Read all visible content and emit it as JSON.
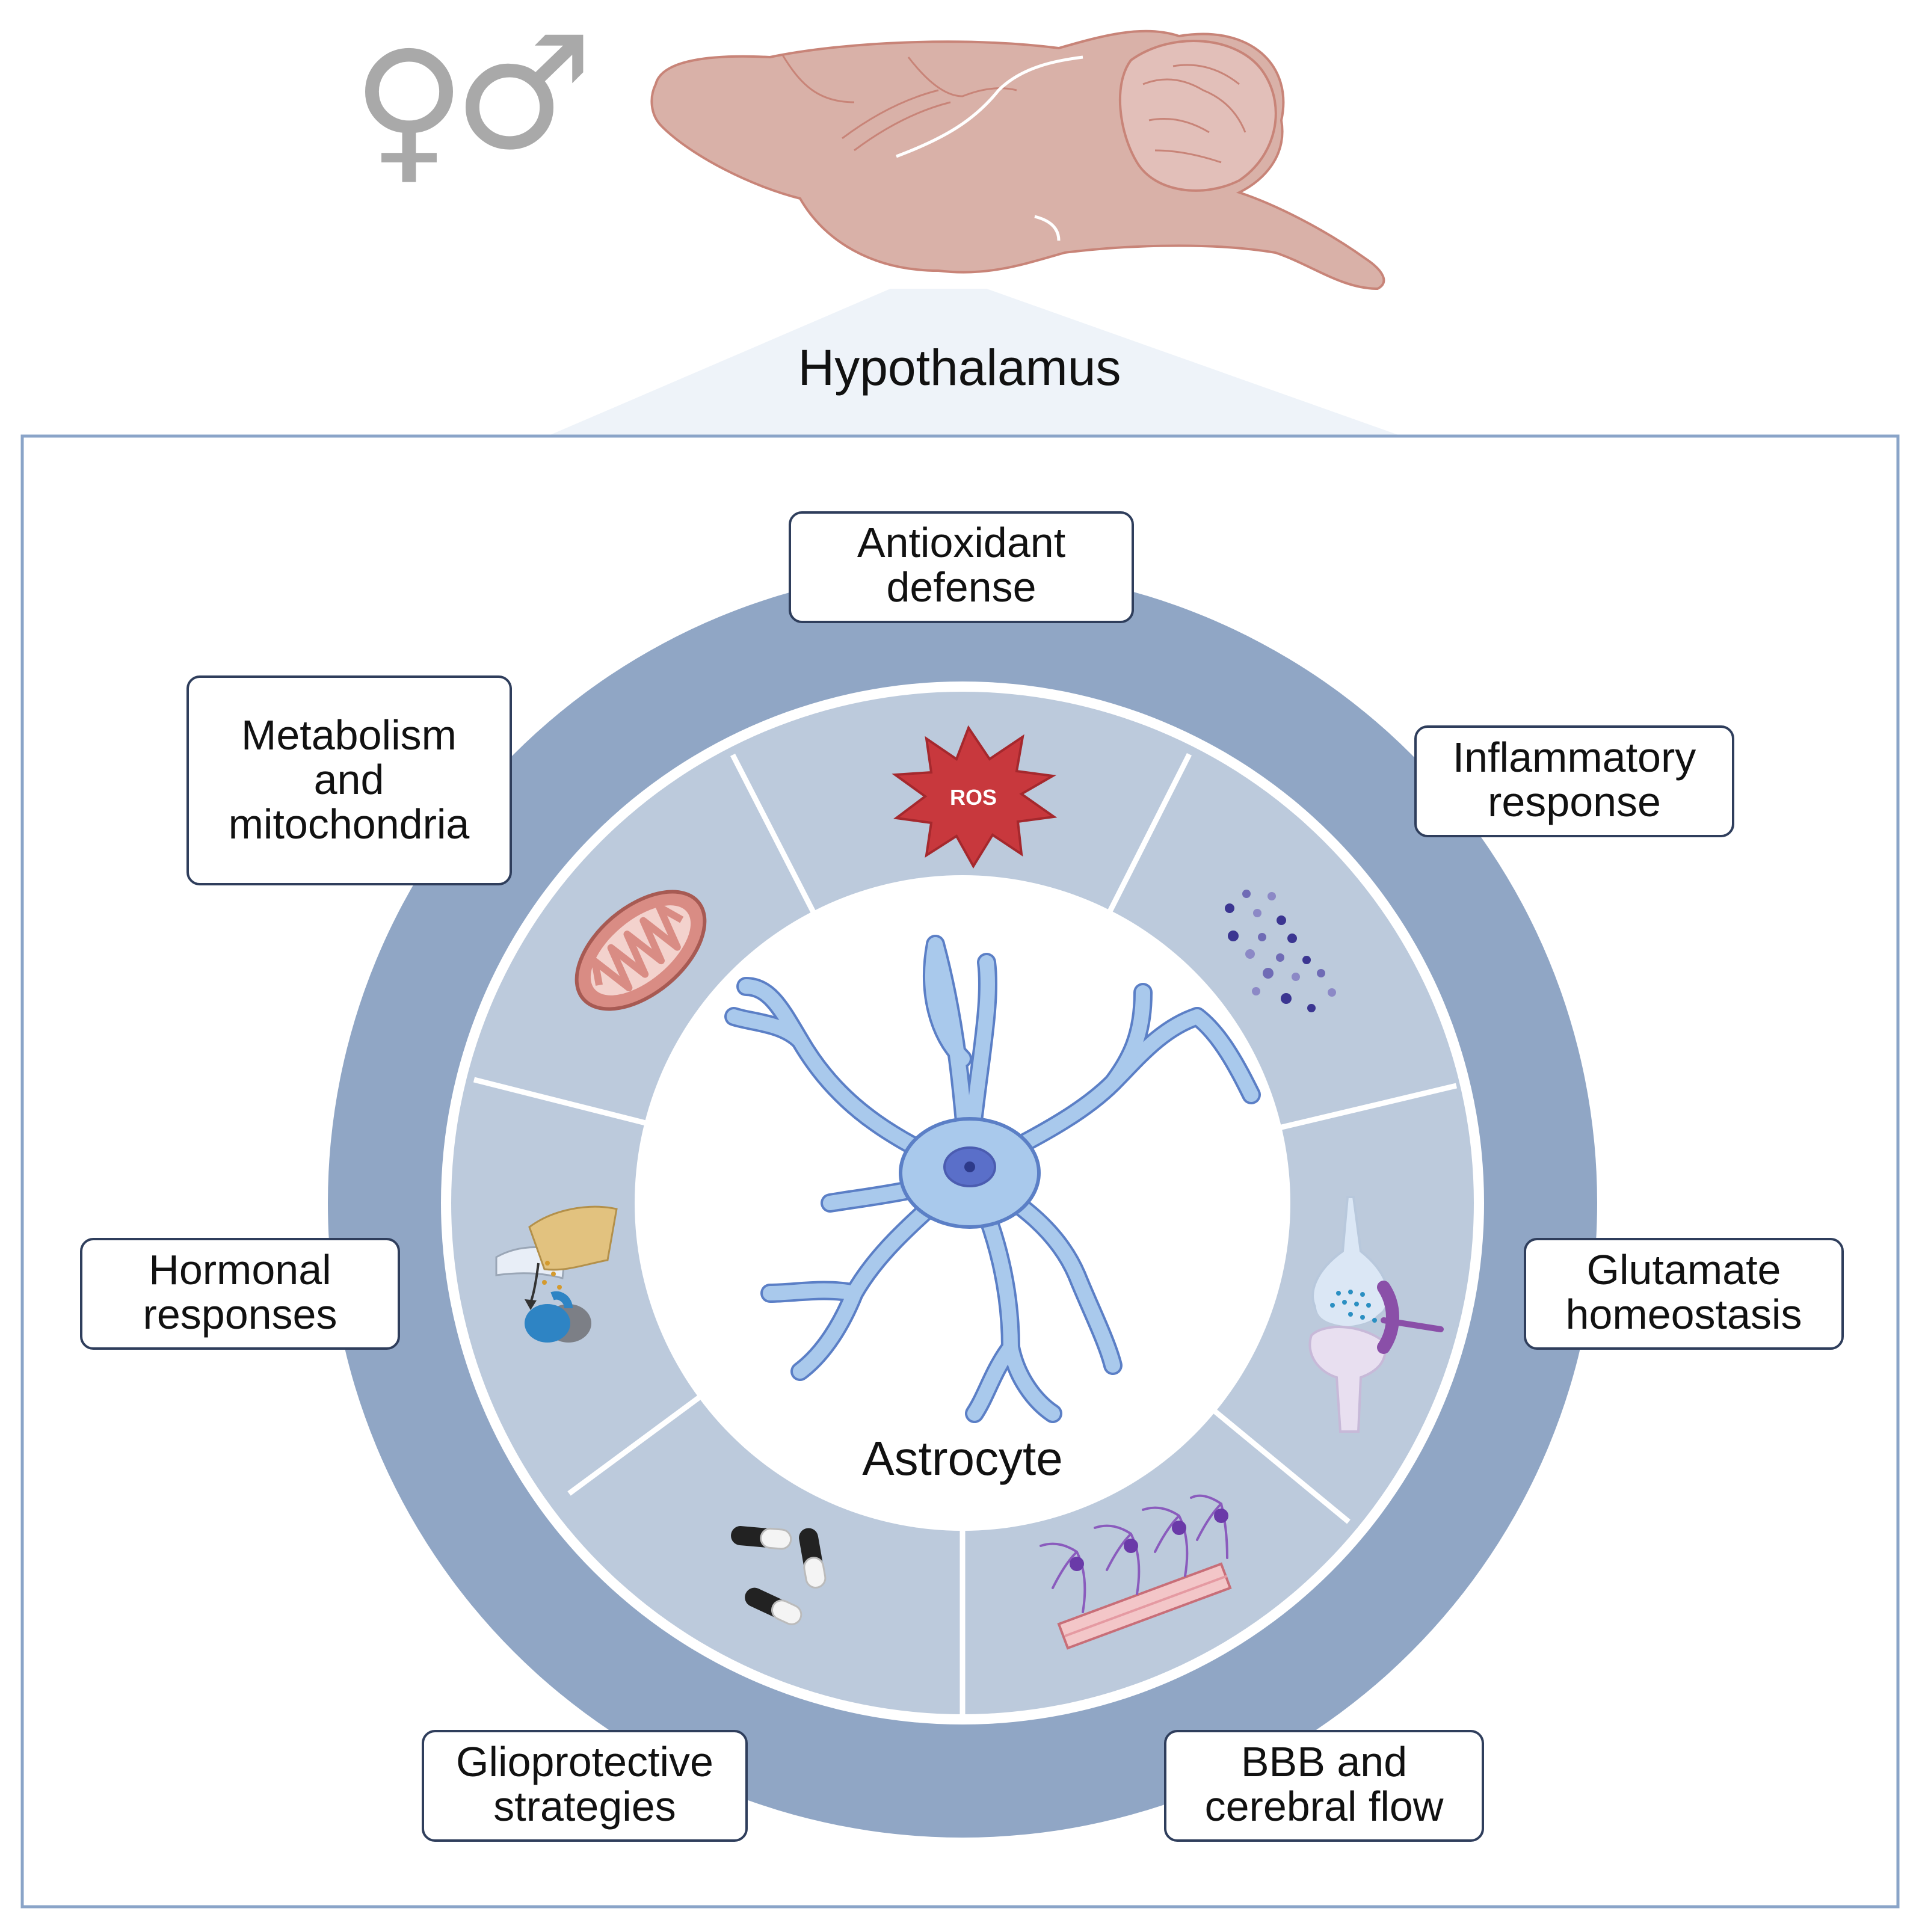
{
  "symbols": {
    "female": "♀",
    "male": "♂"
  },
  "region_label": "Hypothalamus",
  "center_label": "Astrocyte",
  "ros_label": "ROS",
  "categories": [
    {
      "id": "antioxidant",
      "lines": [
        "Antioxidant",
        "defense"
      ],
      "icon": "ros-star-icon"
    },
    {
      "id": "inflammatory",
      "lines": [
        "Inflammatory",
        "response"
      ],
      "icon": "cytokine-dots-icon"
    },
    {
      "id": "glutamate",
      "lines": [
        "Glutamate",
        "homeostasis"
      ],
      "icon": "synapse-icon"
    },
    {
      "id": "bbb",
      "lines": [
        "BBB and",
        "cerebral flow"
      ],
      "icon": "blood-vessel-icon"
    },
    {
      "id": "glioprotective",
      "lines": [
        "Glioprotective",
        "strategies"
      ],
      "icon": "capsules-icon"
    },
    {
      "id": "hormonal",
      "lines": [
        "Hormonal",
        "responses"
      ],
      "icon": "hormone-gland-icon"
    },
    {
      "id": "metabolism",
      "lines": [
        "Metabolism",
        "and",
        "mitochondria"
      ],
      "icon": "mitochondrion-icon"
    }
  ],
  "colors": {
    "outer_ring": "#90a6c5",
    "inner_ring": "#bccadc",
    "frame": "#8aa4c8",
    "brain": "#d9b1a8",
    "brain_outline": "#c88478",
    "astrocyte": "#a9c9ec",
    "astrocyte_outline": "#5b7fc6",
    "ros": "#c8383d",
    "gender_symbols": "#a9a9a9"
  }
}
